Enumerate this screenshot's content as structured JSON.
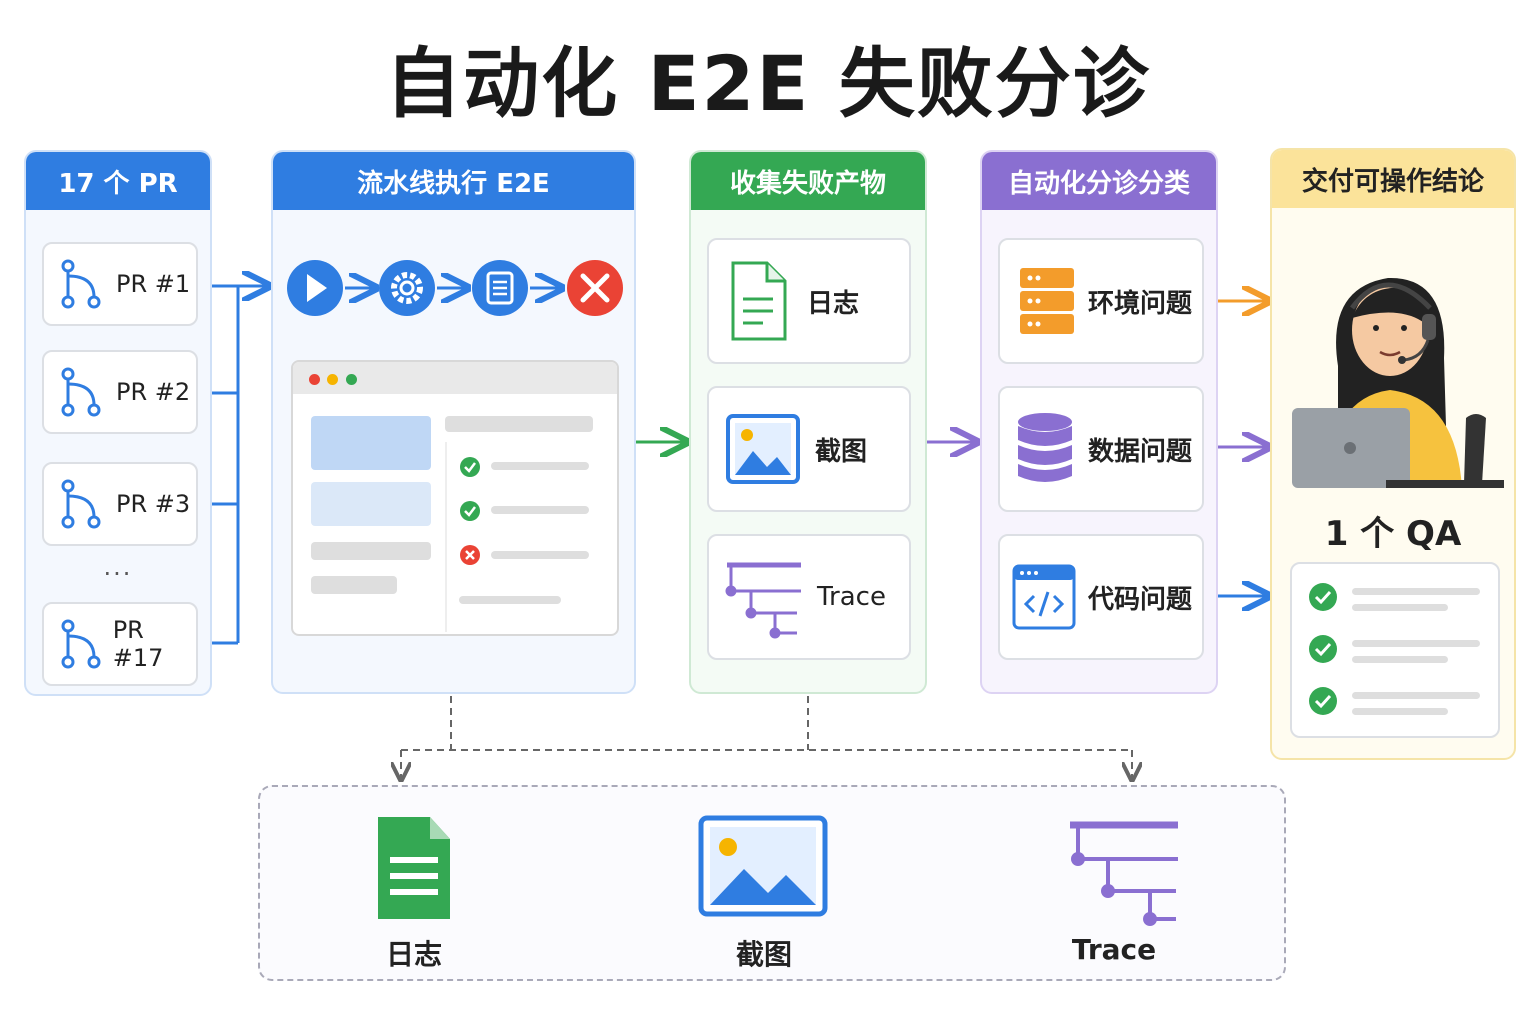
{
  "title": "自动化 E2E 失败分诊",
  "panels": {
    "prs": {
      "header": "17 个 PR",
      "items": [
        "PR #1",
        "PR #2",
        "PR #3",
        "PR #17"
      ],
      "ellipsis": "···"
    },
    "pipeline": {
      "header": "流水线执行 E2E"
    },
    "artifacts": {
      "header": "收集失败产物",
      "items": [
        "日志",
        "截图",
        "Trace"
      ]
    },
    "triage": {
      "header": "自动化分诊分类",
      "items": [
        "环境问题",
        "数据问题",
        "代码问题"
      ]
    },
    "deliver": {
      "header": "交付可操作结论",
      "qa_label": "1 个 QA"
    }
  },
  "bottom": {
    "items": [
      "日志",
      "截图",
      "Trace"
    ]
  },
  "colors": {
    "blue": "#2f7de1",
    "green": "#34a853",
    "purple": "#8a6fd1",
    "yellow": "#f6c94e",
    "orange": "#f39c2b",
    "red": "#ea4335"
  }
}
